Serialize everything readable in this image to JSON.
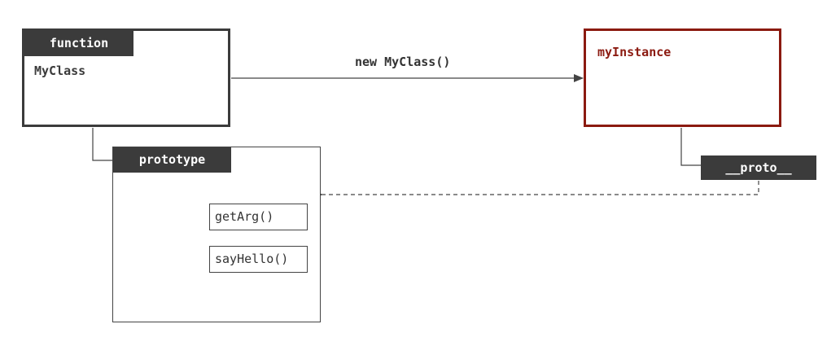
{
  "function_box": {
    "tag": "function",
    "title": "MyClass"
  },
  "instance_box": {
    "title": "myInstance"
  },
  "prototype_box": {
    "tag": "prototype",
    "methods": [
      "getArg()",
      "sayHello()"
    ]
  },
  "proto_tag": {
    "label": "__proto__"
  },
  "edges": {
    "new_label": "new MyClass()"
  },
  "colors": {
    "dark": "#3b3b3b",
    "instance_red": "#8b1a10",
    "line": "#444444"
  }
}
